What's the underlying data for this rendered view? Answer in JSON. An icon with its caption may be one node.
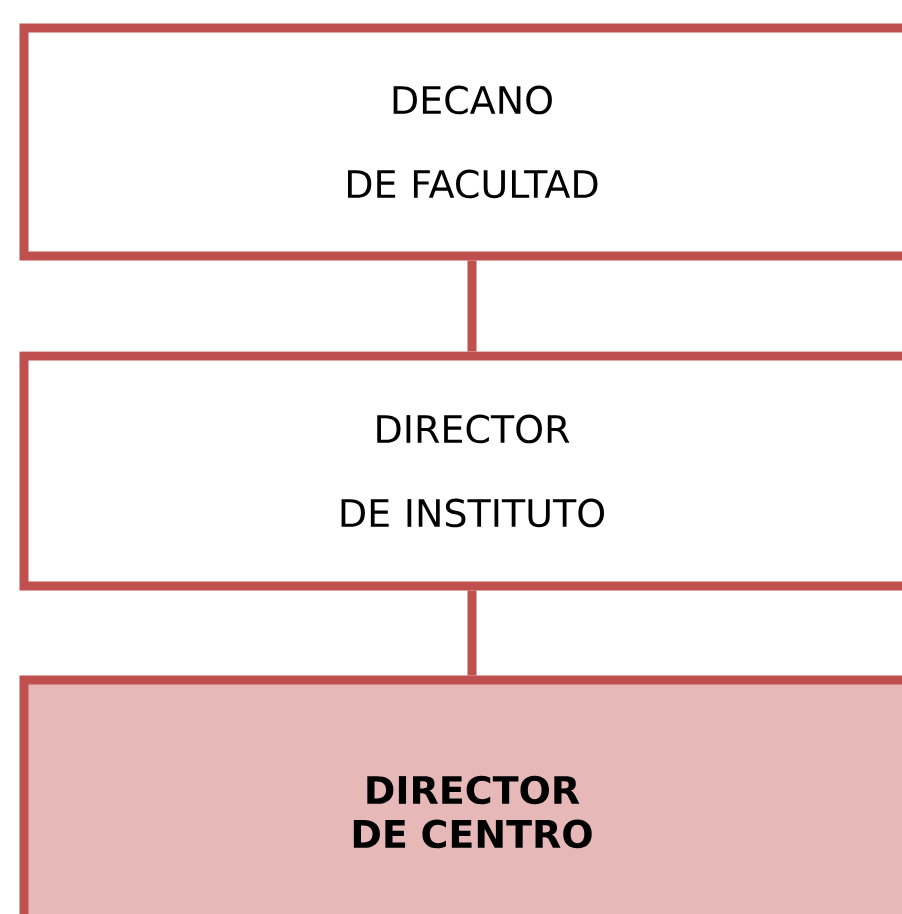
{
  "diagram": {
    "nodes": [
      {
        "text": [
          "DECANO",
          "DE FACULTAD"
        ]
      },
      {
        "text": [
          "DIRECTOR",
          "DE INSTITUTO"
        ]
      },
      {
        "text": [
          "DIRECTOR DE CENTRO"
        ]
      }
    ],
    "edges": [
      {
        "from": 0,
        "to": 1,
        "arrow": "none"
      },
      {
        "from": 1,
        "to": 2,
        "arrow": "none"
      }
    ]
  }
}
